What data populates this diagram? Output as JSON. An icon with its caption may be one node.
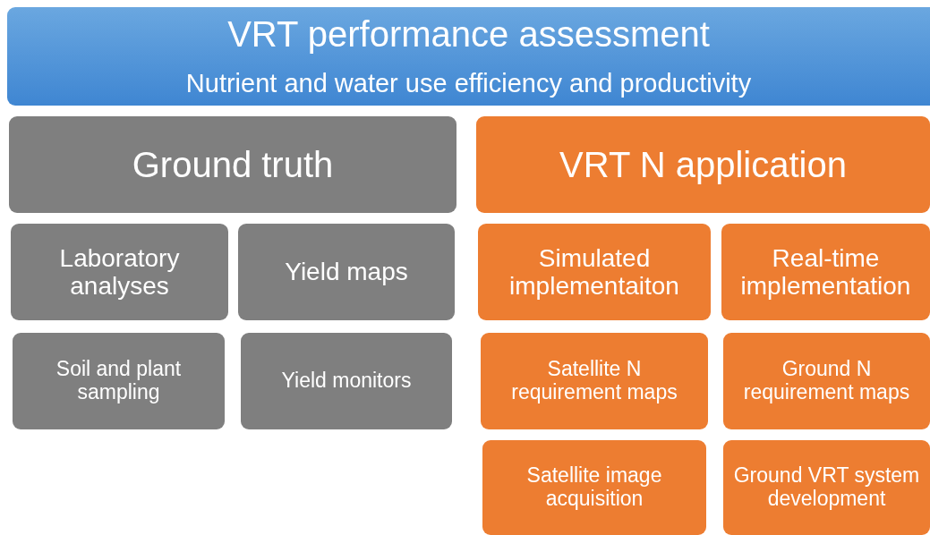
{
  "diagram": {
    "nodes": [
      {
        "text": [
          "VRT performance assessment",
          "Nutrient and water use efficiency and productivity"
        ]
      },
      {
        "text": [
          "Ground truth"
        ]
      },
      {
        "text": [
          "VRT N application"
        ]
      },
      {
        "text": [
          "Laboratory analyses"
        ]
      },
      {
        "text": [
          "Yield maps"
        ]
      },
      {
        "text": [
          "Simulated implementaiton"
        ]
      },
      {
        "text": [
          "Real-time implementation"
        ]
      },
      {
        "text": [
          "Soil and plant sampling"
        ]
      },
      {
        "text": [
          "Yield monitors"
        ]
      },
      {
        "text": [
          "Satellite N requirement maps"
        ]
      },
      {
        "text": [
          "Ground N requirement maps"
        ]
      },
      {
        "text": [
          "Satellite image acquisition"
        ]
      },
      {
        "text": [
          "Ground VRT system development"
        ]
      }
    ]
  }
}
